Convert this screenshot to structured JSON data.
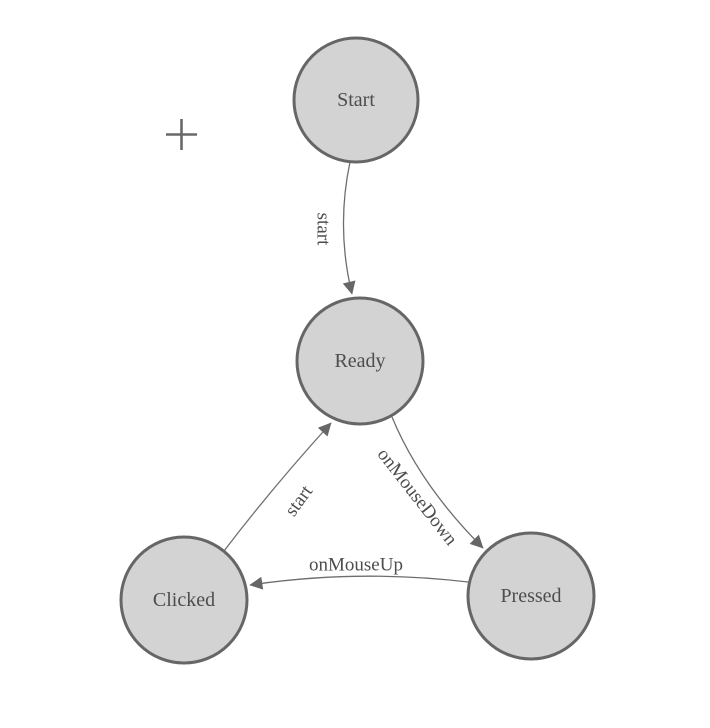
{
  "colors": {
    "node_fill": "#d3d3d3",
    "node_stroke": "#666666",
    "edge_stroke": "#6e6e6e",
    "arrow_fill": "#666666",
    "label_text": "#4d4d4d",
    "plus_icon": "#696969"
  },
  "icons": {
    "plus_cursor": "plus-crosshair"
  },
  "nodes": [
    {
      "id": "start",
      "label": "Start"
    },
    {
      "id": "ready",
      "label": "Ready"
    },
    {
      "id": "clicked",
      "label": "Clicked"
    },
    {
      "id": "pressed",
      "label": "Pressed"
    }
  ],
  "edges": [
    {
      "from": "start",
      "to": "ready",
      "label": "start"
    },
    {
      "from": "ready",
      "to": "pressed",
      "label": "onMouseDown"
    },
    {
      "from": "pressed",
      "to": "clicked",
      "label": "onMouseUp"
    },
    {
      "from": "clicked",
      "to": "ready",
      "label": "start"
    }
  ]
}
